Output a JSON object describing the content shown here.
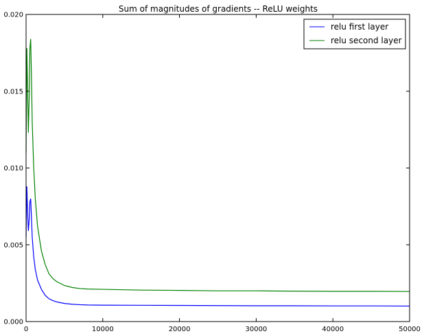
{
  "chart_data": {
    "type": "line",
    "title": "Sum of magnitudes of gradients -- ReLU weights",
    "xlabel": "",
    "ylabel": "",
    "xlim": [
      0,
      50000
    ],
    "ylim": [
      0,
      0.02
    ],
    "x_ticks": [
      0,
      10000,
      20000,
      30000,
      40000,
      50000
    ],
    "x_tick_labels": [
      "0",
      "10000",
      "20000",
      "30000",
      "40000",
      "50000"
    ],
    "y_ticks": [
      0,
      0.005,
      0.01,
      0.015,
      0.02
    ],
    "y_tick_labels": [
      "0.000",
      "0.005",
      "0.010",
      "0.015",
      "0.020"
    ],
    "grid": false,
    "legend_position": "top-right",
    "series": [
      {
        "name": "relu first layer",
        "color": "#0000ff",
        "x": [
          0,
          100,
          200,
          300,
          400,
          500,
          600,
          700,
          800,
          1000,
          1200,
          1500,
          2000,
          2500,
          3000,
          3500,
          4000,
          5000,
          6000,
          7000,
          8000,
          10000,
          15000,
          20000,
          25000,
          30000,
          35000,
          40000,
          45000,
          50000
        ],
        "y": [
          0.0055,
          0.0088,
          0.007,
          0.0059,
          0.0066,
          0.0078,
          0.008,
          0.0068,
          0.0055,
          0.0042,
          0.0034,
          0.0027,
          0.0021,
          0.0017,
          0.00148,
          0.00136,
          0.00128,
          0.00118,
          0.00113,
          0.0011,
          0.00108,
          0.00107,
          0.00106,
          0.00105,
          0.00104,
          0.00103,
          0.00103,
          0.00102,
          0.00102,
          0.00101
        ]
      },
      {
        "name": "relu second layer",
        "color": "#008000",
        "x": [
          0,
          100,
          200,
          300,
          400,
          500,
          600,
          700,
          800,
          1000,
          1200,
          1500,
          2000,
          2500,
          3000,
          3500,
          4000,
          5000,
          6000,
          7000,
          8000,
          10000,
          15000,
          20000,
          25000,
          30000,
          35000,
          40000,
          45000,
          50000
        ],
        "y": [
          0.011,
          0.0178,
          0.015,
          0.0123,
          0.0145,
          0.0178,
          0.0184,
          0.016,
          0.013,
          0.01,
          0.008,
          0.0062,
          0.0046,
          0.0037,
          0.0031,
          0.0028,
          0.0026,
          0.00235,
          0.00222,
          0.00215,
          0.00212,
          0.0021,
          0.00205,
          0.00203,
          0.002,
          0.002,
          0.00198,
          0.00197,
          0.00197,
          0.00196
        ]
      }
    ]
  }
}
